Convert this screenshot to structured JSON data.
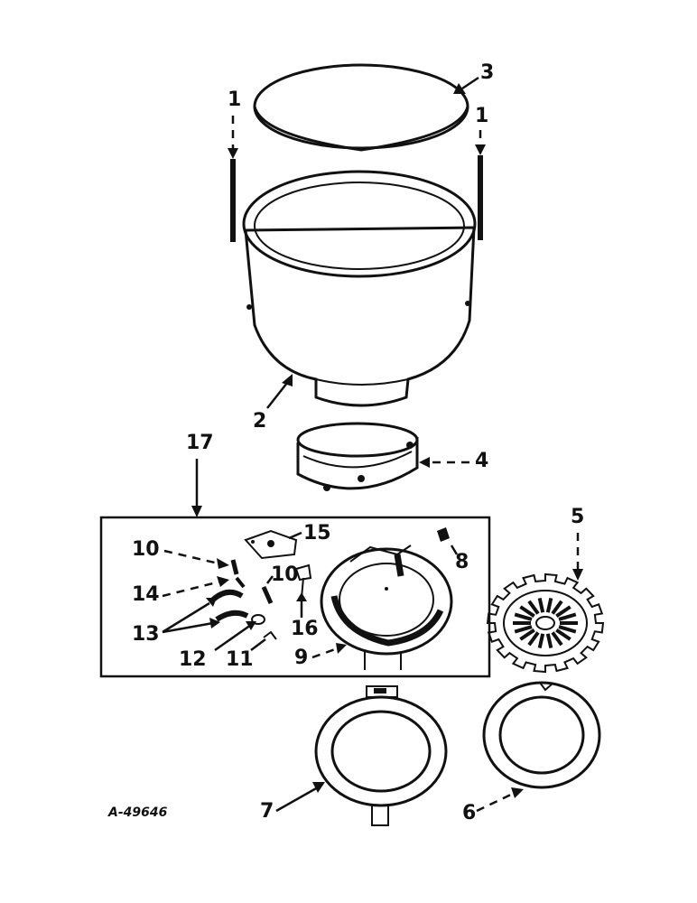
{
  "drawing_number": "A-49646",
  "callouts": [
    {
      "id": "c1a",
      "label": "1"
    },
    {
      "id": "c1b",
      "label": "1"
    },
    {
      "id": "c2",
      "label": "2"
    },
    {
      "id": "c3",
      "label": "3"
    },
    {
      "id": "c4",
      "label": "4"
    },
    {
      "id": "c5",
      "label": "5"
    },
    {
      "id": "c6",
      "label": "6"
    },
    {
      "id": "c7",
      "label": "7"
    },
    {
      "id": "c8",
      "label": "8"
    },
    {
      "id": "c9",
      "label": "9"
    },
    {
      "id": "c10a",
      "label": "10"
    },
    {
      "id": "c10b",
      "label": "10"
    },
    {
      "id": "c11",
      "label": "11"
    },
    {
      "id": "c12",
      "label": "12"
    },
    {
      "id": "c13",
      "label": "13"
    },
    {
      "id": "c14",
      "label": "14"
    },
    {
      "id": "c15",
      "label": "15"
    },
    {
      "id": "c16",
      "label": "16"
    },
    {
      "id": "c17",
      "label": "17"
    }
  ]
}
